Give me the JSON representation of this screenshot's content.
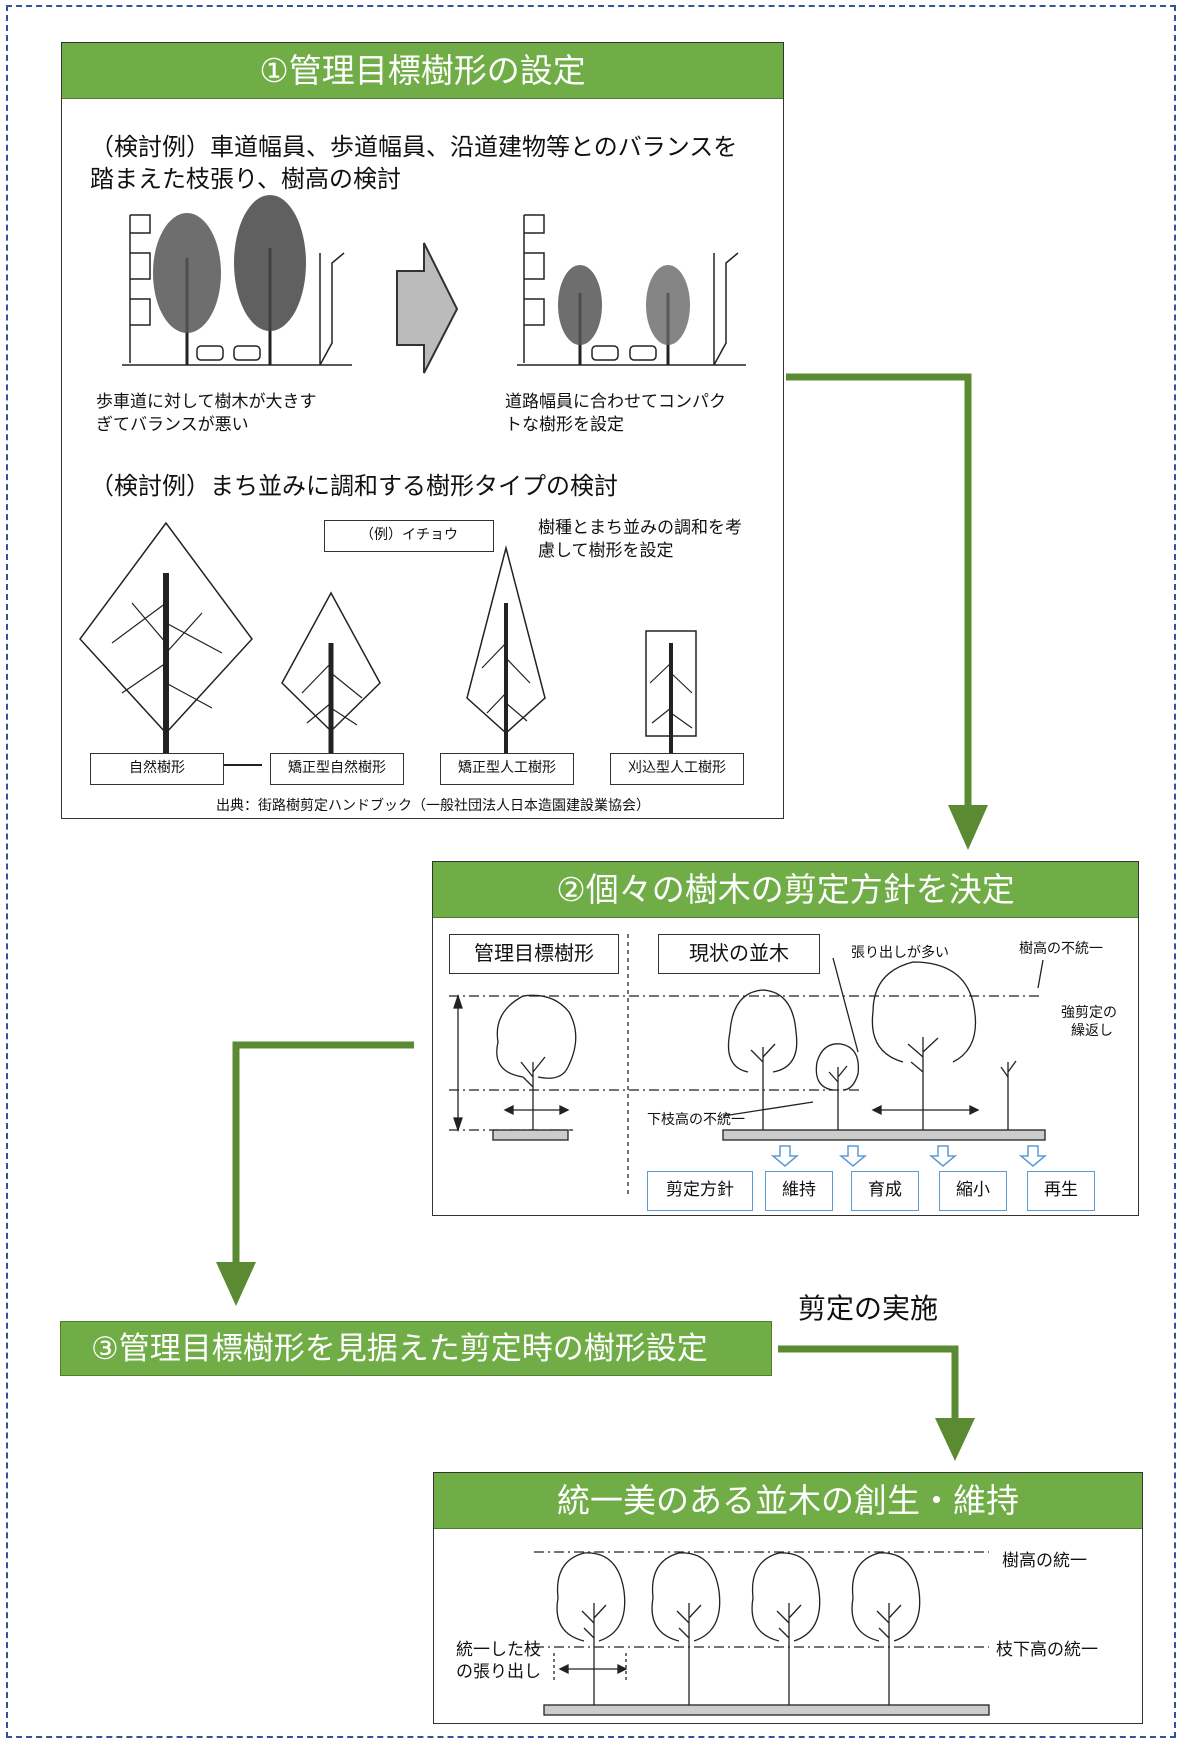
{
  "section1": {
    "title": "①管理目標樹形の設定",
    "example1_line1": "（検討例）車道幅員、歩道幅員、沿道建物等とのバランスを",
    "example1_line2": "踏まえた枝張り、樹高の検討",
    "left_caption_l1": "歩車道に対して樹木が大きす",
    "left_caption_l2": "ぎてバランスが悪い",
    "right_caption_l1": "道路幅員に合わせてコンパク",
    "right_caption_l2": "トな樹形を設定",
    "example2": "（検討例）まち並みに調和する樹形タイプの検討",
    "species_label": "（例）イチョウ",
    "note_l1": "樹種とまち並みの調和を考",
    "note_l2": "慮して樹形を設定",
    "tree_types": [
      "自然樹形",
      "矯正型自然樹形",
      "矯正型人工樹形",
      "刈込型人工樹形"
    ],
    "source": "出典：街路樹剪定ハンドブック（一般社団法人日本造園建設業協会）"
  },
  "section2": {
    "title": "②個々の樹木の剪定方針を決定",
    "label_target": "管理目標樹形",
    "label_current": "現状の並木",
    "ann_overhang": "張り出しが多い",
    "ann_height": "樹高の不統一",
    "ann_strong_l1": "強剪定の",
    "ann_strong_l2": "繰返し",
    "ann_lower": "下枝高の不統一",
    "policy_label": "剪定方針",
    "policies": [
      "維持",
      "育成",
      "縮小",
      "再生"
    ]
  },
  "section3": {
    "title": "③管理目標樹形を見据えた剪定時の樹形設定",
    "pruning_label": "剪定の実施"
  },
  "section4": {
    "title": "統一美のある並木の創生・維持",
    "ann_height": "樹高の統一",
    "ann_lower": "枝下高の統一",
    "ann_spread_l1": "統一した枝",
    "ann_spread_l2": "の張り出し"
  },
  "colors": {
    "header_green": "#70ad47",
    "arrow_green": "#5a8a32",
    "frame_blue": "#2f5597",
    "label_blue": "#5b9bd5"
  }
}
